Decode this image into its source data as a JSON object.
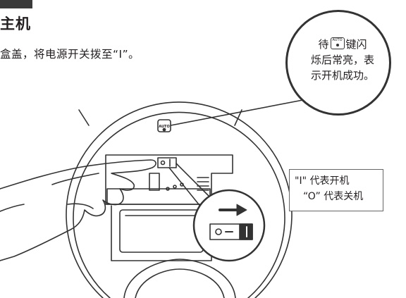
{
  "heading": "主机",
  "instruction": "盒盖，将电源开关拨至“I”。",
  "auto_callout": {
    "line1_before": "待",
    "button_label": "AUTO",
    "line1_after": "键闪",
    "line2": "烁后常亮，表",
    "line3": "示开机成功。"
  },
  "robot_auto_button": "AUTO",
  "switch_legend": {
    "on_line": "\"I\" 代表开机",
    "off_line": "“O” 代表关机"
  },
  "switch_detail": {
    "direction_arrow": "right-arrow-icon",
    "on_symbol": "I",
    "off_symbol": "O"
  },
  "colors": {
    "ink": "#231f20",
    "heading_bar": "#3a3a3a",
    "background": "#ffffff"
  }
}
